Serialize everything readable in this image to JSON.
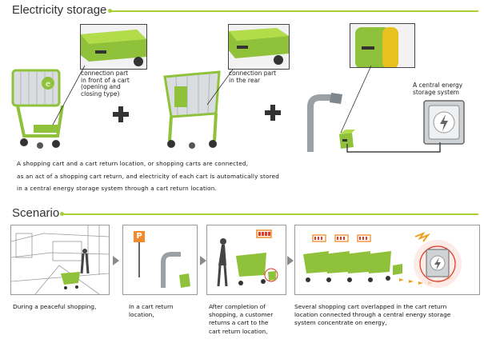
{
  "sections": {
    "storage_title": "Electricity storage",
    "scenario_title": "Scenario"
  },
  "callouts": {
    "front": [
      "connection part",
      "in front of a cart",
      "(opening and",
      "closing type)"
    ],
    "rear": [
      "connection part",
      "in the rear"
    ],
    "central": [
      "A central energy",
      "storage system"
    ]
  },
  "description": [
    "A shopping cart and a cart return location, or shopping carts are connected,",
    "as an act of a shopping cart return, and electricity of each cart is automatically stored",
    "in a central energy storage system through a cart return location."
  ],
  "cart_badge": "e",
  "parking_sign": "P",
  "scenario_captions": [
    {
      "lines": [
        "During a peaceful shopping,"
      ]
    },
    {
      "lines": [
        "In a cart return",
        "location,"
      ]
    },
    {
      "lines": [
        "After completion of",
        "shopping, a customer",
        "returns a cart to the",
        "cart return location,"
      ]
    },
    {
      "lines": [
        "Several shopping cart overlapped in the cart return",
        "location connected through a central energy storage",
        "system concentrate on energy,"
      ]
    }
  ],
  "colors": {
    "accent_green": "#a9cf38",
    "cart_green": "#8fc23a",
    "battery_orange": "#f08a2a",
    "signal_red": "#e03a2a"
  }
}
